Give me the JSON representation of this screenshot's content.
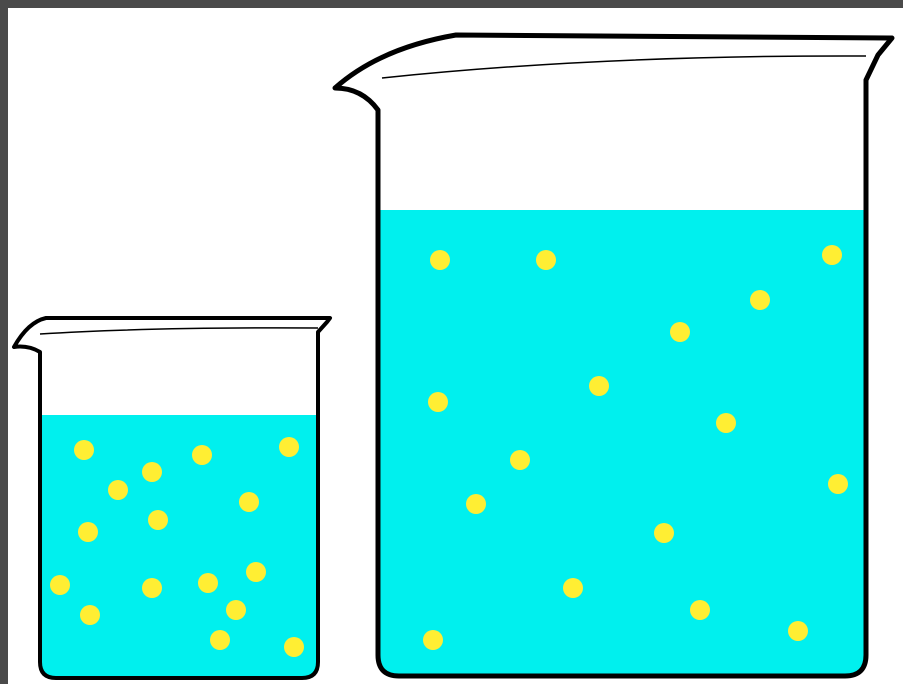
{
  "colors": {
    "frame": "#4a4a4a",
    "background": "#ffffff",
    "liquid": "#00f0ee",
    "particle": "#ffee33",
    "outline": "#000000"
  },
  "beakers": [
    {
      "name": "small-beaker",
      "particle_count": 16
    },
    {
      "name": "large-beaker",
      "particle_count": 16
    }
  ]
}
